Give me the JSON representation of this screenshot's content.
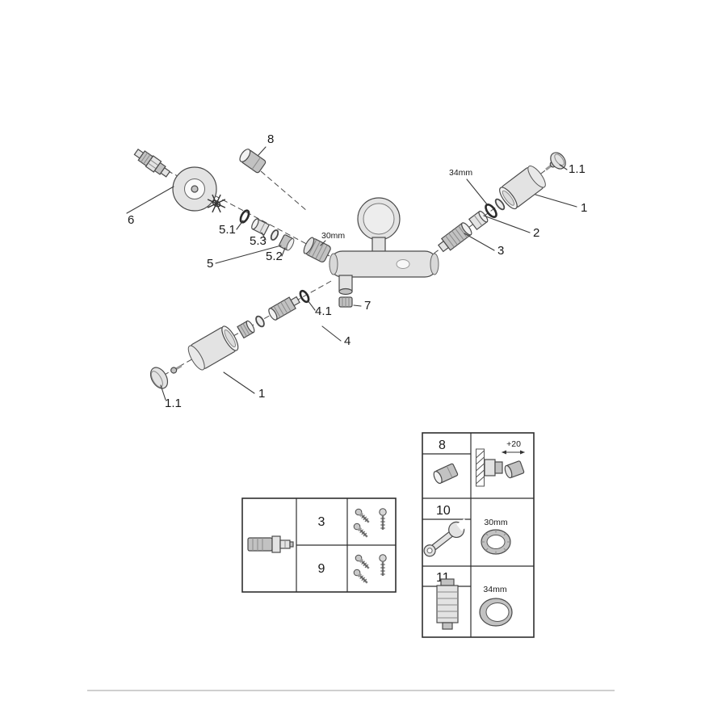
{
  "diagram": {
    "callouts": {
      "part8": "8",
      "part6": "6",
      "part5_1": "5.1",
      "part5_3": "5.3",
      "part5_2": "5.2",
      "part5": "5",
      "dim30": "30mm",
      "dim34": "34mm",
      "part3": "3",
      "part2": "2",
      "part1_right": "1",
      "part1_1_right": "1.1",
      "part7": "7",
      "part4_1": "4.1",
      "part4": "4",
      "part1_left": "1",
      "part1_1_left": "1.1"
    }
  },
  "service_table": {
    "rows": [
      {
        "no": "8",
        "dim": "+20"
      },
      {
        "no": "10",
        "dim": "30mm"
      },
      {
        "no": "11",
        "dim": "34mm"
      }
    ]
  },
  "screws_table": {
    "rows": [
      {
        "no": "3"
      },
      {
        "no": "9"
      }
    ]
  },
  "colors": {
    "line": "#3a3a3a",
    "axis": "#4a4a4a",
    "part-fill": "#e3e3e3",
    "part-dark": "#c2c2c2",
    "part-light": "#f2f2f2",
    "oring": "#2a2a2a",
    "table-border": "#2e2e2e",
    "footer-rule": "#cfcfcf",
    "text": "#1a1a1a"
  }
}
